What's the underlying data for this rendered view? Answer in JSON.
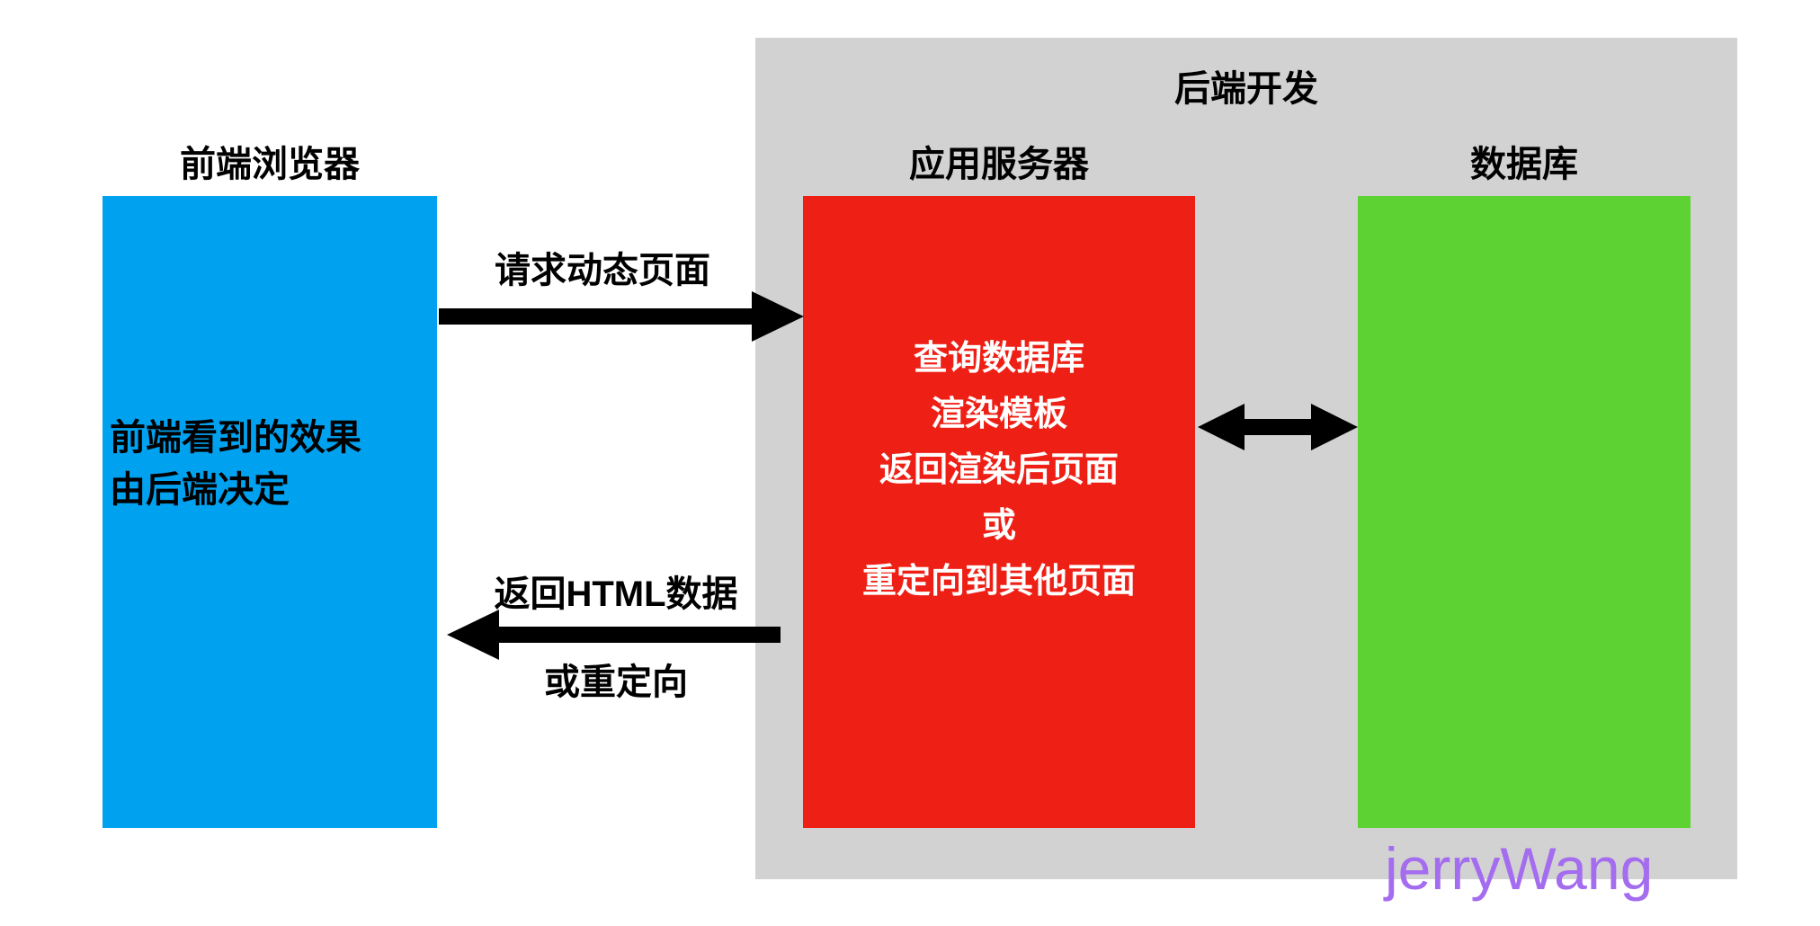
{
  "diagram": {
    "backend_group": {
      "title": "后端开发"
    },
    "frontend": {
      "label": "前端浏览器",
      "body_lines": [
        "前端看到的效果",
        "由后端决定"
      ]
    },
    "app_server": {
      "label": "应用服务器",
      "body_lines": [
        "查询数据库",
        "渲染模板",
        "返回渲染后页面",
        "或",
        "重定向到其他页面"
      ]
    },
    "database": {
      "label": "数据库"
    },
    "arrows": {
      "request": {
        "label": "请求动态页面"
      },
      "response": {
        "label_top": "返回HTML数据",
        "label_bottom": "或重定向"
      }
    },
    "watermark": "jerryWang",
    "colors": {
      "frontend_box": "#00a2f0",
      "app_server_box": "#ee2016",
      "database_box": "#5cd233",
      "backend_group_bg": "#d2d2d2",
      "arrow": "#000000",
      "watermark": "#a46cef"
    }
  }
}
